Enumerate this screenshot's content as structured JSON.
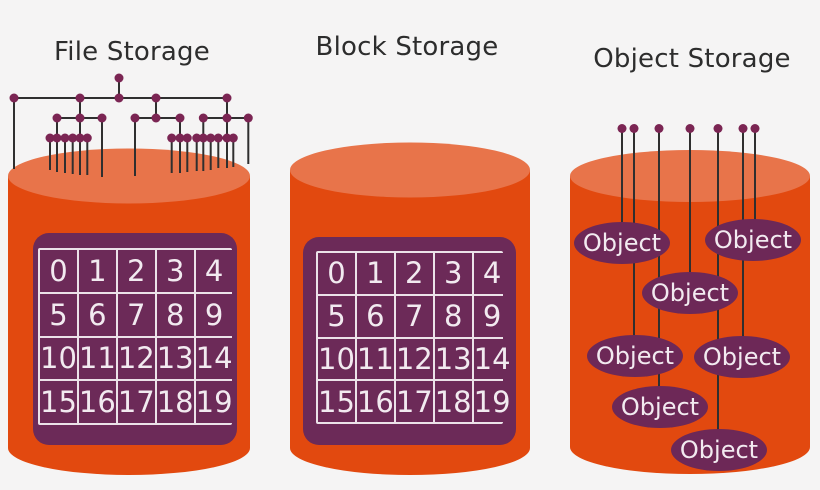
{
  "sections": [
    {
      "title": "File Storage",
      "grid_cells": [
        "0",
        "1",
        "2",
        "3",
        "4",
        "5",
        "6",
        "7",
        "8",
        "9",
        "10",
        "11",
        "12",
        "13",
        "14",
        "15",
        "16",
        "17",
        "18",
        "19"
      ]
    },
    {
      "title": "Block Storage",
      "grid_cells": [
        "0",
        "1",
        "2",
        "3",
        "4",
        "5",
        "6",
        "7",
        "8",
        "9",
        "10",
        "11",
        "12",
        "13",
        "14",
        "15",
        "16",
        "17",
        "18",
        "19"
      ]
    },
    {
      "title": "Object Storage",
      "objects": [
        {
          "label": "Object"
        },
        {
          "label": "Object"
        },
        {
          "label": "Object"
        },
        {
          "label": "Object"
        },
        {
          "label": "Object"
        },
        {
          "label": "Object"
        },
        {
          "label": "Object"
        }
      ]
    }
  ],
  "colors": {
    "background": "#f5f4f4",
    "cylinder_body": "#e2490f",
    "cylinder_top": "#e8744a",
    "panel_purple": "#6c2a58",
    "object_ellipse_purple": "#6d2857",
    "node_dot": "#7b2553",
    "connector_line": "#2f2f2f",
    "grid_line": "#ece2e9",
    "number_text": "#f2eaf0",
    "title_text": "#2d2d2d"
  }
}
